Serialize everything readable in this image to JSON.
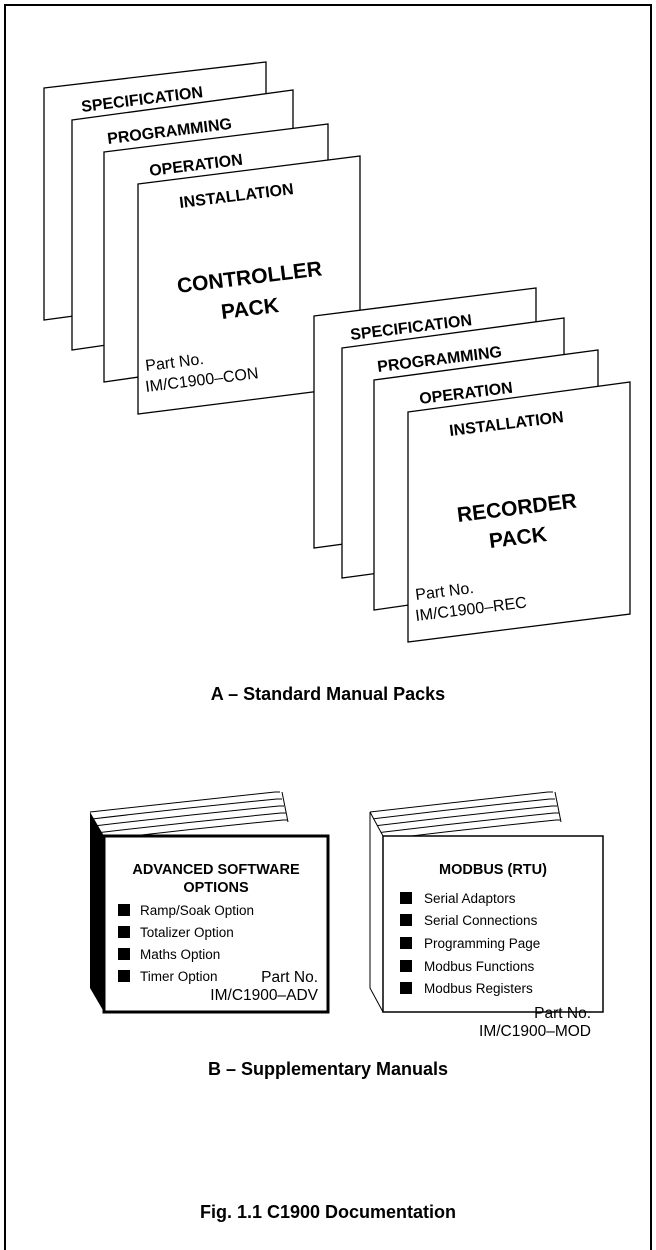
{
  "controller_pack": {
    "sheets": [
      "SPECIFICATION",
      "PROGRAMMING",
      "OPERATION",
      "INSTALLATION"
    ],
    "title_line1": "CONTROLLER",
    "title_line2": "PACK",
    "part_label": "Part No.",
    "part_number": "IM/C1900–CON"
  },
  "recorder_pack": {
    "sheets": [
      "SPECIFICATION",
      "PROGRAMMING",
      "OPERATION",
      "INSTALLATION"
    ],
    "title_line1": "RECORDER",
    "title_line2": "PACK",
    "part_label": "Part No.",
    "part_number": "IM/C1900–REC"
  },
  "caption_a": "A – Standard Manual Packs",
  "advanced_manual": {
    "title_line1": "ADVANCED SOFTWARE",
    "title_line2": "OPTIONS",
    "items": [
      "Ramp/Soak Option",
      "Totalizer Option",
      "Maths Option",
      "Timer Option"
    ],
    "part_label": "Part No.",
    "part_number": "IM/C1900–ADV"
  },
  "modbus_manual": {
    "title": "MODBUS (RTU)",
    "items": [
      "Serial Adaptors",
      "Serial Connections",
      "Programming Page",
      "Modbus Functions",
      "Modbus Registers"
    ],
    "part_label": "Part No.",
    "part_number": "IM/C1900–MOD"
  },
  "caption_b": "B – Supplementary Manuals",
  "figure_caption": "Fig. 1.1 C1900 Documentation"
}
